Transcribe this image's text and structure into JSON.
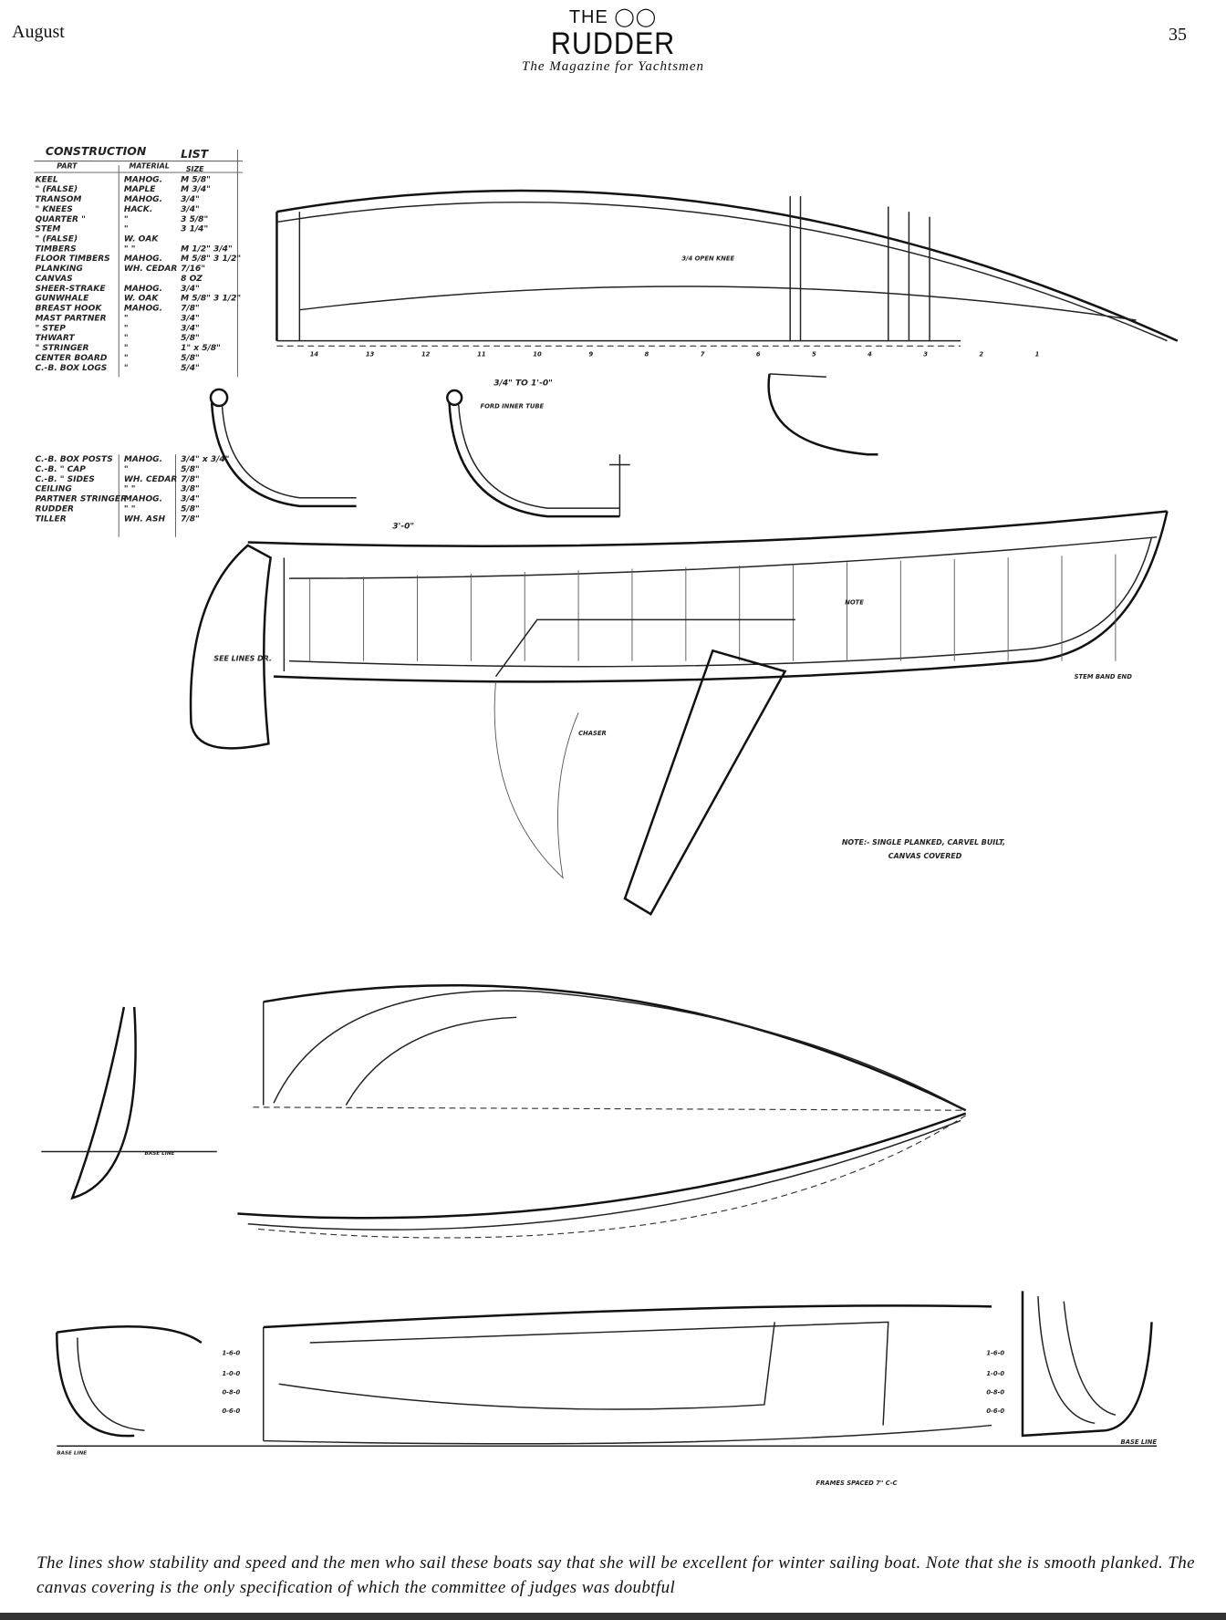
{
  "header": {
    "month": "August",
    "page_number": "35",
    "masthead_the": "THE",
    "masthead_title": "RUDDER",
    "masthead_subtitle": "The Magazine for Yachtsmen"
  },
  "construction_list": {
    "title_left": "CONSTRUCTION",
    "title_right": "LIST",
    "columns": [
      "PART",
      "MATERIAL",
      "SIZE"
    ],
    "rows": [
      {
        "part": "KEEL",
        "material": "MAHOG.",
        "size": "M 5/8\""
      },
      {
        "part": "\" (FALSE)",
        "material": "MAPLE",
        "size": "M 3/4\""
      },
      {
        "part": "TRANSOM",
        "material": "MAHOG.",
        "size": "3/4\""
      },
      {
        "part": "\" KNEES",
        "material": "HACK.",
        "size": "3/4\""
      },
      {
        "part": "QUARTER \"",
        "material": "\"",
        "size": "3 5/8\""
      },
      {
        "part": "STEM",
        "material": "\"",
        "size": "3 1/4\""
      },
      {
        "part": "\" (FALSE)",
        "material": "W. OAK",
        "size": ""
      },
      {
        "part": "TIMBERS",
        "material": "\" \"",
        "size": "M 1/2\" 3/4\""
      },
      {
        "part": "FLOOR TIMBERS",
        "material": "MAHOG.",
        "size": "M 5/8\" 3 1/2\""
      },
      {
        "part": "PLANKING",
        "material": "WH. CEDAR",
        "size": "7/16\""
      },
      {
        "part": "CANVAS",
        "material": "",
        "size": "8 OZ"
      },
      {
        "part": "SHEER-STRAKE",
        "material": "MAHOG.",
        "size": "3/4\""
      },
      {
        "part": "GUNWHALE",
        "material": "W. OAK",
        "size": "M 5/8\" 3 1/2\""
      },
      {
        "part": "BREAST HOOK",
        "material": "MAHOG.",
        "size": "7/8\""
      },
      {
        "part": "MAST PARTNER",
        "material": "\"",
        "size": "3/4\""
      },
      {
        "part": "\" STEP",
        "material": "\"",
        "size": "3/4\""
      },
      {
        "part": "THWART",
        "material": "\"",
        "size": "5/8\""
      },
      {
        "part": "\" STRINGER",
        "material": "\"",
        "size": "1\" x 5/8\""
      },
      {
        "part": "CENTER BOARD",
        "material": "\"",
        "size": "5/8\""
      },
      {
        "part": "C.-B. BOX LOGS",
        "material": "\"",
        "size": "5/4\""
      }
    ],
    "rows2": [
      {
        "part": "C.-B. BOX POSTS",
        "material": "MAHOG.",
        "size": "3/4\" x 3/4\""
      },
      {
        "part": "C.-B. \" CAP",
        "material": "\"",
        "size": "5/8\""
      },
      {
        "part": "C.-B. \" SIDES",
        "material": "WH. CEDAR",
        "size": "7/8\""
      },
      {
        "part": "CEILING",
        "material": "\" \"",
        "size": "3/8\""
      },
      {
        "part": "PARTNER STRINGER",
        "material": "MAHOG.",
        "size": "3/4\""
      },
      {
        "part": "RUDDER",
        "material": "\" \"",
        "size": "5/8\""
      },
      {
        "part": "TILLER",
        "material": "WH. ASH",
        "size": "7/8\""
      }
    ]
  },
  "drawing_labels": {
    "scale": "3/4\" TO 1'-0\"",
    "ford_tube": "FORD INNER TUBE",
    "open_knee": "3/4 OPEN KNEE",
    "see_lines": "SEE LINES DR.",
    "chaser": "CHASER",
    "stem_band": "STEM BAND END",
    "note_label": "NOTE",
    "note": "NOTE:- SINGLE PLANKED, CARVEL BUILT,",
    "note2": "CANVAS COVERED",
    "base_line": "BASE LINE",
    "frames_spaced": "FRAMES SPACED 7\" C-C",
    "length": "3'-0\"",
    "wl_labels": [
      "1-6-0",
      "1-0-0",
      "0-8-0",
      "0-6-0"
    ],
    "stations": [
      "14",
      "13",
      "12",
      "11",
      "10",
      "9",
      "8",
      "7",
      "6",
      "5",
      "4",
      "3",
      "2",
      "1"
    ]
  },
  "caption": "The lines show stability and speed and the men who sail these boats say that she will be excellent for winter sailing boat. Note that she is smooth planked. The canvas covering is the only specification of which the committee of judges was doubtful"
}
